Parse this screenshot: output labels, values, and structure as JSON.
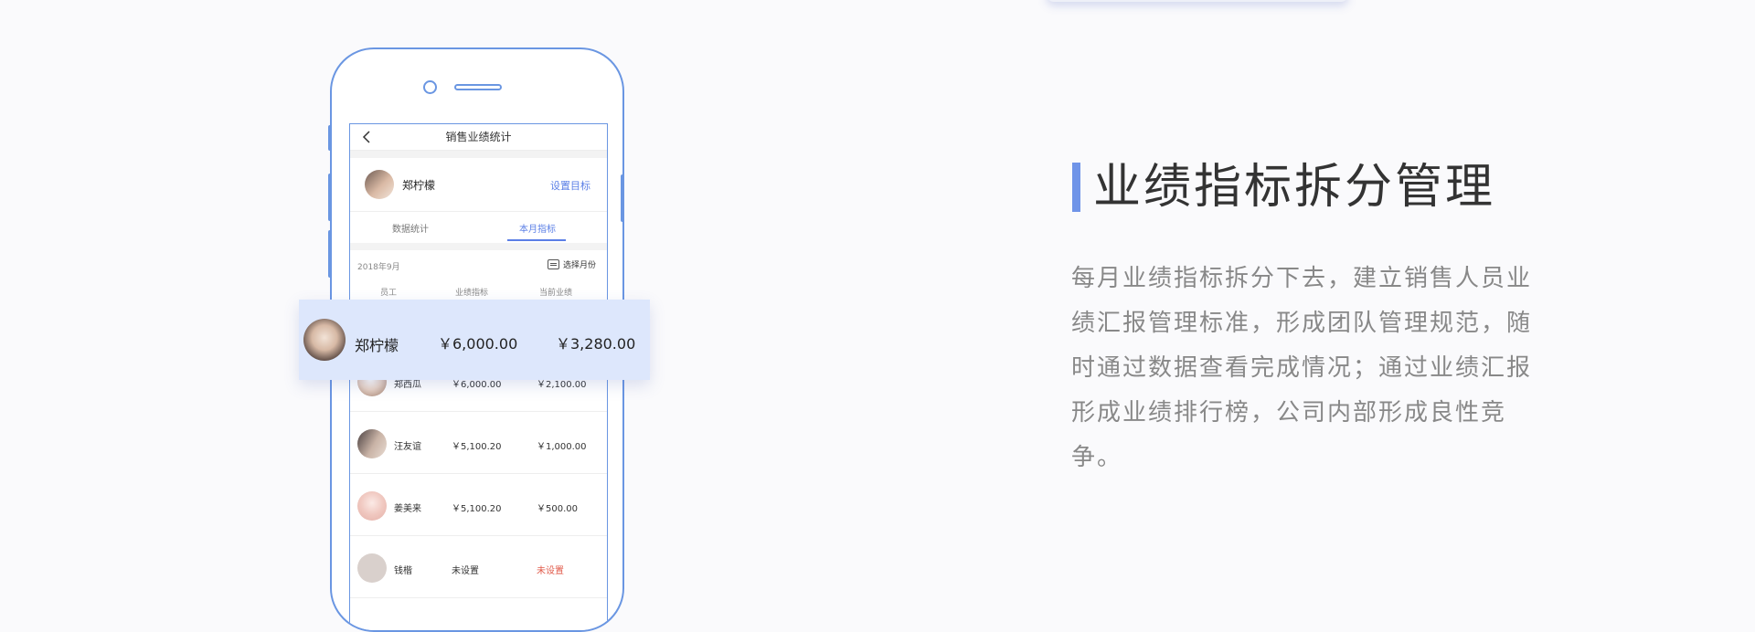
{
  "phone": {
    "nav_title": "销售业绩统计",
    "profile": {
      "name": "郑柠檬",
      "action": "设置目标"
    },
    "tabs": [
      "数据统计",
      "本月指标"
    ],
    "active_tab": "本月指标",
    "month_label": "2018年9月",
    "choose_month": "选择月份",
    "columns": [
      "员工",
      "业绩指标",
      "当前业绩"
    ],
    "highlight_row": {
      "name": "郑柠檬",
      "target": "￥6,000.00",
      "current": "￥3,280.00"
    },
    "rows": [
      {
        "name": "郑西瓜",
        "target": "￥6,000.00",
        "current": "￥2,100.00"
      },
      {
        "name": "汪友谊",
        "target": "￥5,100.20",
        "current": "￥1,000.00"
      },
      {
        "name": "姜美来",
        "target": "￥5,100.20",
        "current": "￥500.00"
      },
      {
        "name": "钱楷",
        "target": "未设置",
        "current": "未设置"
      }
    ]
  },
  "feature": {
    "title": "业绩指标拆分管理",
    "description": "每月业绩指标拆分下去，建立销售人员业绩汇报管理标准，形成团队管理规范，随时通过数据查看完成情况；通过业绩汇报形成业绩排行榜，公司内部形成良性竞争。"
  },
  "colors": {
    "accent": "#6f94e8",
    "link": "#5b7fe6",
    "highlight_bg": "#dde7fc"
  }
}
